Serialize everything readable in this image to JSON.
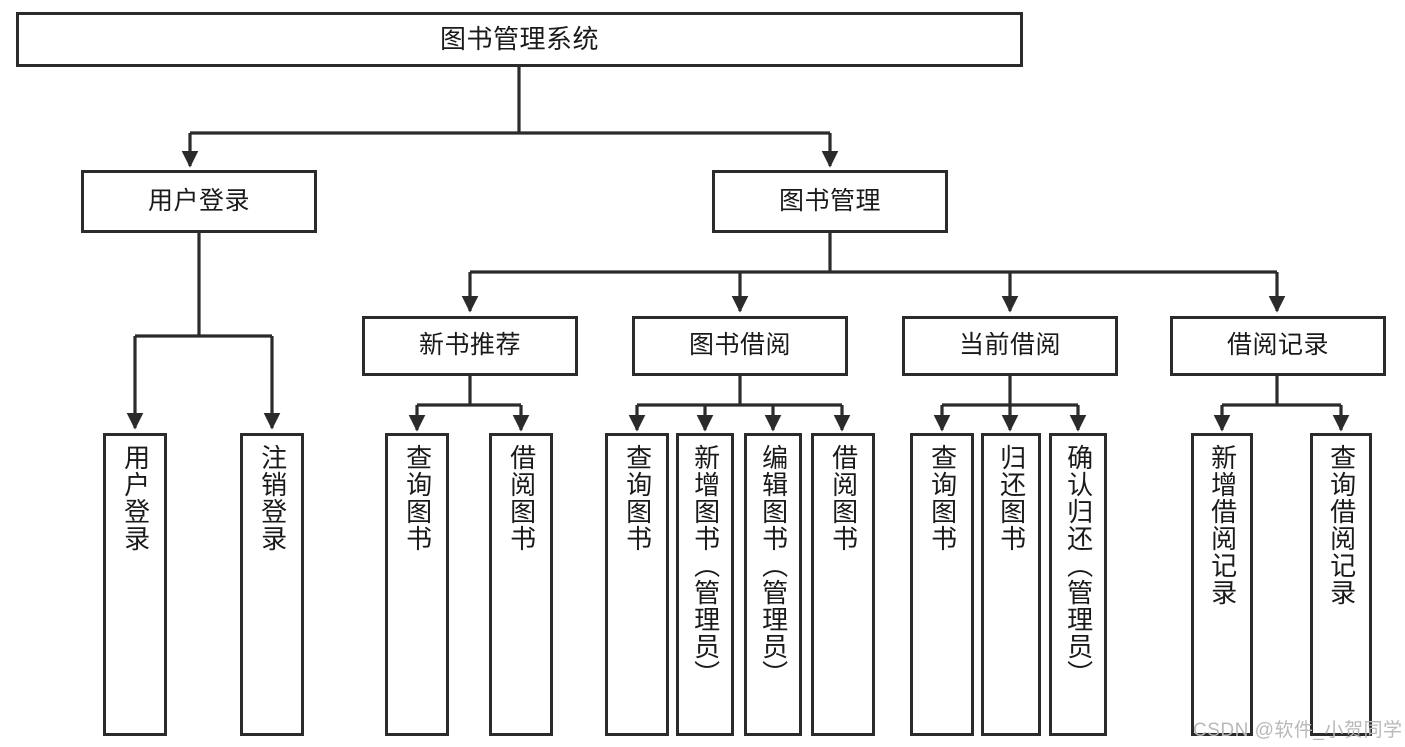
{
  "diagram": {
    "title": "图书管理系统",
    "type": "tree",
    "colors": {
      "box_border": "#2b2b2b",
      "box_fill": "#ffffff",
      "connector": "#2b2b2b",
      "watermark": "#b9b9b9",
      "background": "#ffffff"
    },
    "root": {
      "label": "图书管理系统"
    },
    "level2": [
      {
        "id": "user-login",
        "label": "用户登录"
      },
      {
        "id": "book-manage",
        "label": "图书管理"
      }
    ],
    "level3": [
      {
        "id": "new-book-recommend",
        "label": "新书推荐"
      },
      {
        "id": "book-borrow",
        "label": "图书借阅"
      },
      {
        "id": "current-borrow",
        "label": "当前借阅"
      },
      {
        "id": "borrow-record",
        "label": "借阅记录"
      }
    ],
    "leaves": {
      "user_login": [
        {
          "id": "leaf-user-login",
          "label": "用户登录"
        },
        {
          "id": "leaf-user-logout",
          "label": "注销登录"
        }
      ],
      "new_book_recommend": [
        {
          "id": "leaf-query-book-1",
          "label": "查询图书"
        },
        {
          "id": "leaf-borrow-book-1",
          "label": "借阅图书"
        }
      ],
      "book_borrow": [
        {
          "id": "leaf-query-book-2",
          "label": "查询图书"
        },
        {
          "id": "leaf-add-book",
          "label": "新增图书（管理员）"
        },
        {
          "id": "leaf-edit-book",
          "label": "编辑图书（管理员）"
        },
        {
          "id": "leaf-borrow-book-2",
          "label": "借阅图书"
        }
      ],
      "current_borrow": [
        {
          "id": "leaf-query-book-3",
          "label": "查询图书"
        },
        {
          "id": "leaf-return-book",
          "label": "归还图书"
        },
        {
          "id": "leaf-confirm-return",
          "label": "确认归还（管理员）"
        }
      ],
      "borrow_record": [
        {
          "id": "leaf-add-record",
          "label": "新增借阅记录"
        },
        {
          "id": "leaf-query-record",
          "label": "查询借阅记录"
        }
      ]
    }
  },
  "watermark": {
    "text": "CSDN @软件_小贺同学"
  }
}
